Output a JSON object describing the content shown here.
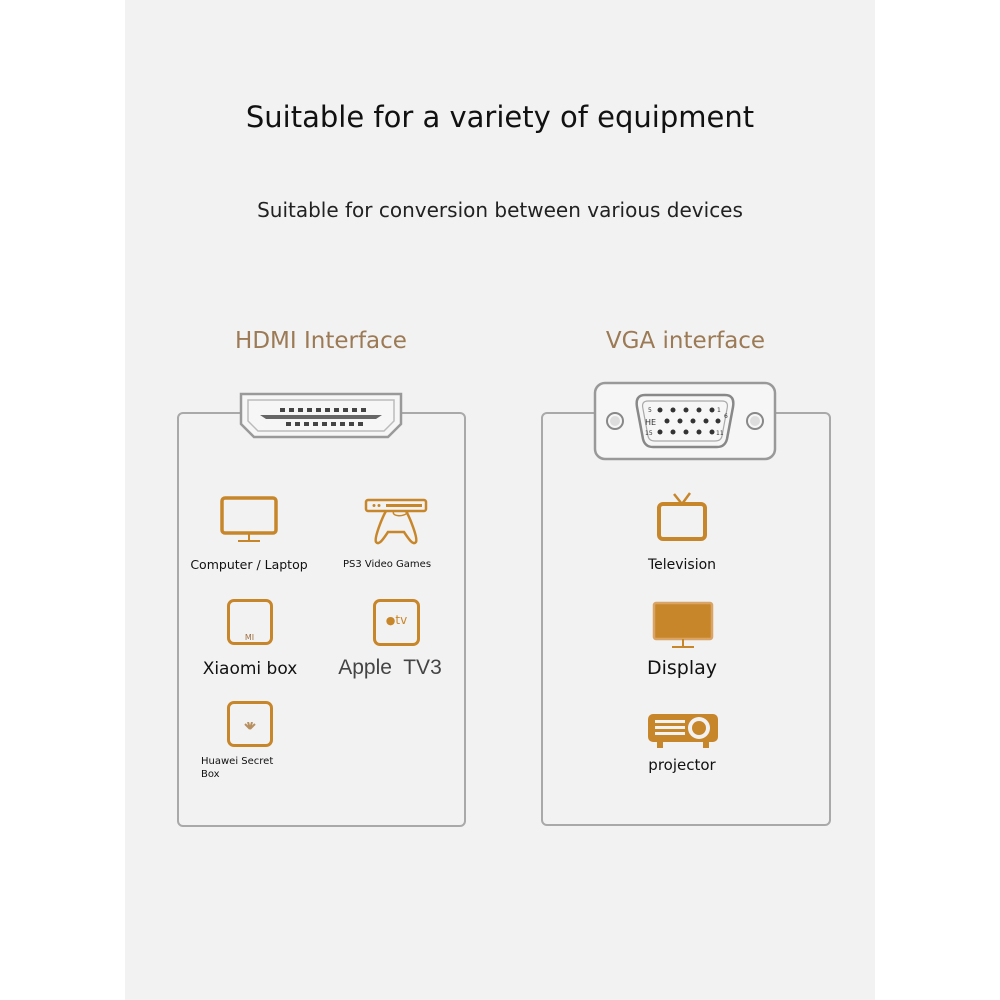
{
  "header": {
    "title": "Suitable for a variety of equipment",
    "subtitle": "Suitable for conversion between various devices"
  },
  "hdmi": {
    "heading": "HDMI Interface",
    "devices": [
      {
        "label": "Computer / Laptop",
        "icon": "monitor-outline-icon"
      },
      {
        "label": "PS3 Video Games",
        "icon": "game-console-icon"
      },
      {
        "label": "Xiaomi box",
        "icon": "xiaomi-box-icon",
        "logo_text": "MI"
      },
      {
        "label": "Apple  TV3",
        "icon": "apple-tv-box-icon",
        "logo_text": "tv"
      },
      {
        "label": "Huawei Secret Box",
        "icon": "huawei-box-icon"
      }
    ]
  },
  "vga": {
    "heading": "VGA interface",
    "pin_labels": {
      "p5": "5",
      "p1": "1",
      "p6": "6",
      "p15": "15",
      "p11": "11",
      "he": "HE"
    },
    "devices": [
      {
        "label": "Television",
        "icon": "tv-icon"
      },
      {
        "label": "Display",
        "icon": "display-icon"
      },
      {
        "label": "projector",
        "icon": "projector-icon"
      }
    ]
  },
  "colors": {
    "accent": "#c8862a",
    "panel": "#f2f2f2",
    "border": "#a9a9a9"
  }
}
